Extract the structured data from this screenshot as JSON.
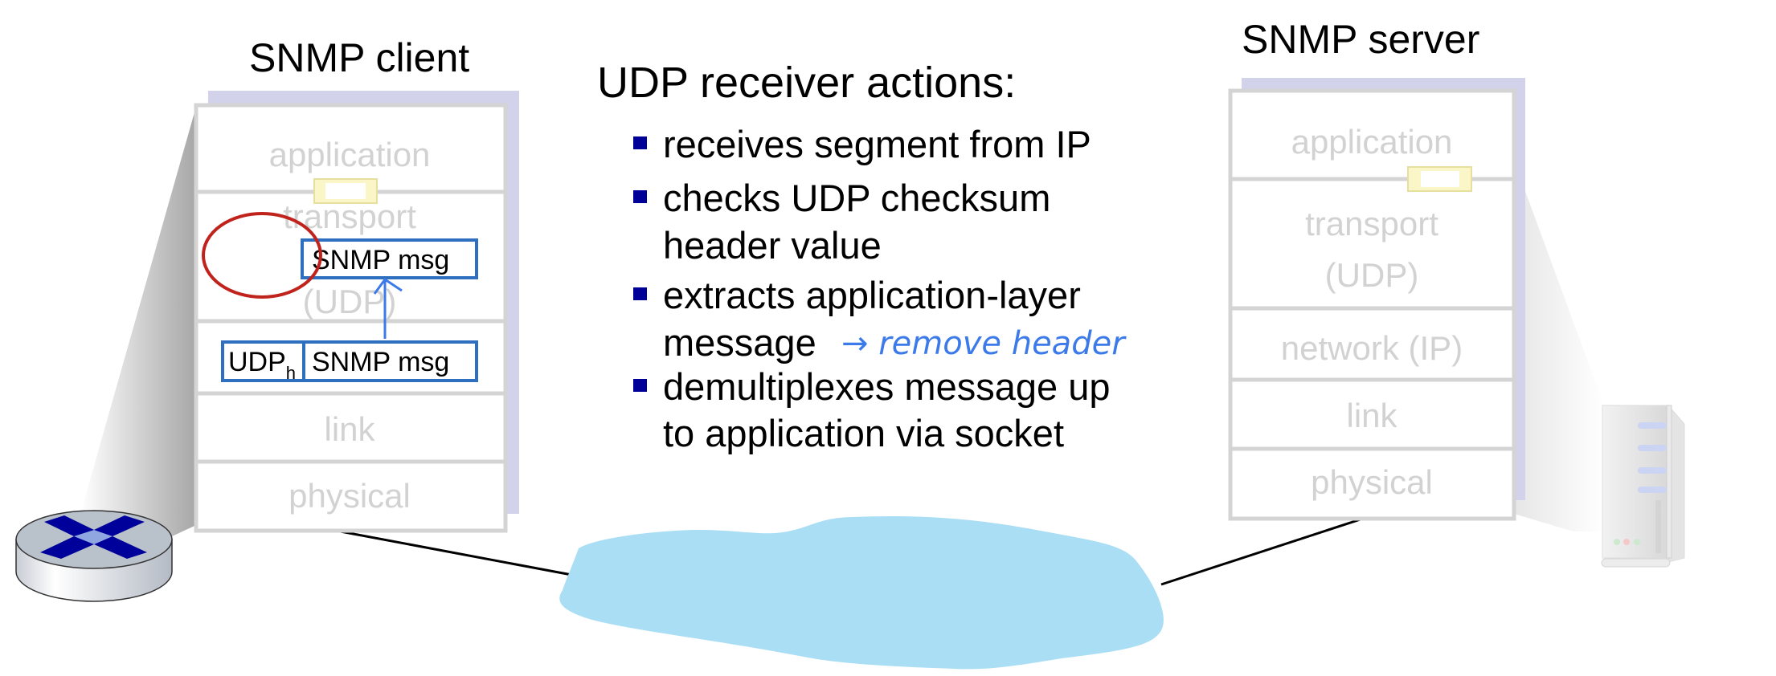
{
  "client": {
    "title": "SNMP client",
    "layers": [
      "application",
      "transport",
      "(UDP)",
      "link",
      "physical"
    ],
    "segment_top_label": "SNMP msg",
    "segment_header_label": "UDP",
    "segment_header_sub": "h",
    "segment_payload_label": "SNMP msg"
  },
  "server": {
    "title": "SNMP server",
    "layers": [
      "application",
      "transport",
      "(UDP)",
      "network (IP)",
      "link",
      "physical"
    ]
  },
  "actions": {
    "heading": "UDP receiver actions:",
    "lines": [
      "receives segment from IP",
      "checks UDP checksum",
      "header value",
      "extracts application-layer",
      "message",
      "demultiplexes message up",
      "to application via socket"
    ],
    "annotation": "→ remove header"
  },
  "colors": {
    "bullet": "#000099",
    "packet_border": "#2e6fbf",
    "circle": "#c0231c",
    "annotation": "#3b7ae8",
    "cloud": "#aadef5",
    "stack_shadow": "#d2d2ea"
  }
}
